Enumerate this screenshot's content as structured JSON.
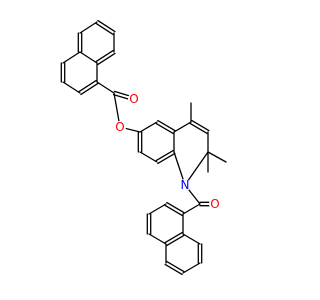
{
  "colors": {
    "background": "#ffffff",
    "bond": "#000000",
    "oxygen": "#ff0000",
    "nitrogen": "#0000ff"
  },
  "atoms": {
    "O_carbonyl_ester": "O",
    "O_ester": "O",
    "N_ring": "N",
    "O_amide": "O"
  }
}
